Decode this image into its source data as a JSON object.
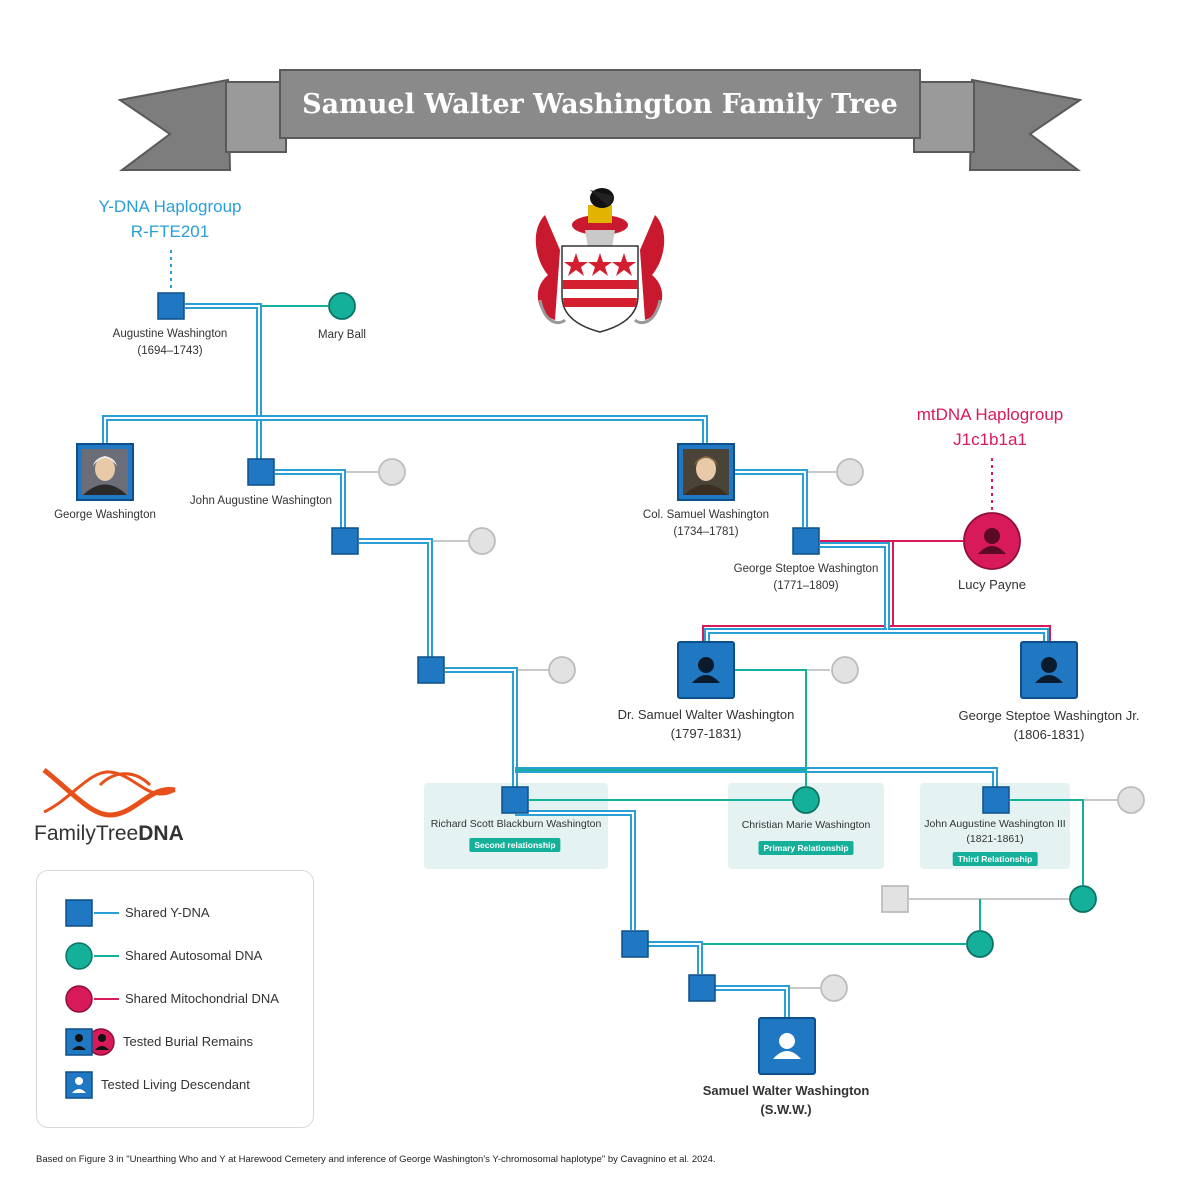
{
  "title": "Samuel Walter Washington Family Tree",
  "haplogroups": {
    "y_dna": {
      "label": "Y-DNA Haplogroup",
      "value": "R-FTE201"
    },
    "mt_dna": {
      "label": "mtDNA Haplogroup",
      "value": "J1c1b1a1"
    }
  },
  "people": {
    "augustine": {
      "name": "Augustine Washington",
      "dates": "(1694–1743)"
    },
    "mary_ball": {
      "name": "Mary Ball"
    },
    "george": {
      "name": "George Washington"
    },
    "john_augustine": {
      "name": "John Augustine Washington"
    },
    "col_samuel": {
      "name": "Col. Samuel Washington",
      "dates": "(1734–1781)"
    },
    "george_steptoe": {
      "name": "George Steptoe Washington",
      "dates": "(1771–1809)"
    },
    "lucy_payne": {
      "name": "Lucy Payne"
    },
    "dr_samuel": {
      "name": "Dr. Samuel Walter Washington",
      "dates": "(1797-1831)"
    },
    "george_steptoe_jr": {
      "name": "George Steptoe Washington Jr.",
      "dates": "(1806-1831)"
    },
    "richard": {
      "name": "Richard Scott Blackburn Washington",
      "badge": "Second relationship"
    },
    "christian": {
      "name": "Christian Marie Washington",
      "badge": "Primary Relationship"
    },
    "john_iii": {
      "name": "John Augustine Washington III",
      "dates": "(1821-1861)",
      "badge": "Third Relationship"
    },
    "sww": {
      "name": "Samuel Walter Washington",
      "abbr": "(S.W.W.)"
    }
  },
  "legend": {
    "y_dna": "Shared Y-DNA",
    "autosomal": "Shared Autosomal DNA",
    "mito": "Shared Mitochondrial DNA",
    "burial": "Tested Burial Remains",
    "living": "Tested Living Descendant"
  },
  "brand": {
    "name_light": "FamilyTree",
    "name_bold": "DNA"
  },
  "footer": "Based on Figure 3 in \"Unearthing Who and Y at Harewood Cemetery and inference of George Washington's Y-chromosomal haplotype\" by Cavagnino et al. 2024.",
  "colors": {
    "y_dna": "#1f78c1",
    "y_dna_line": "#2a9fd6",
    "autosomal": "#14b09a",
    "mito": "#d8195a",
    "unknown": "#d9d9d9",
    "banner": "#8a8a8a"
  }
}
